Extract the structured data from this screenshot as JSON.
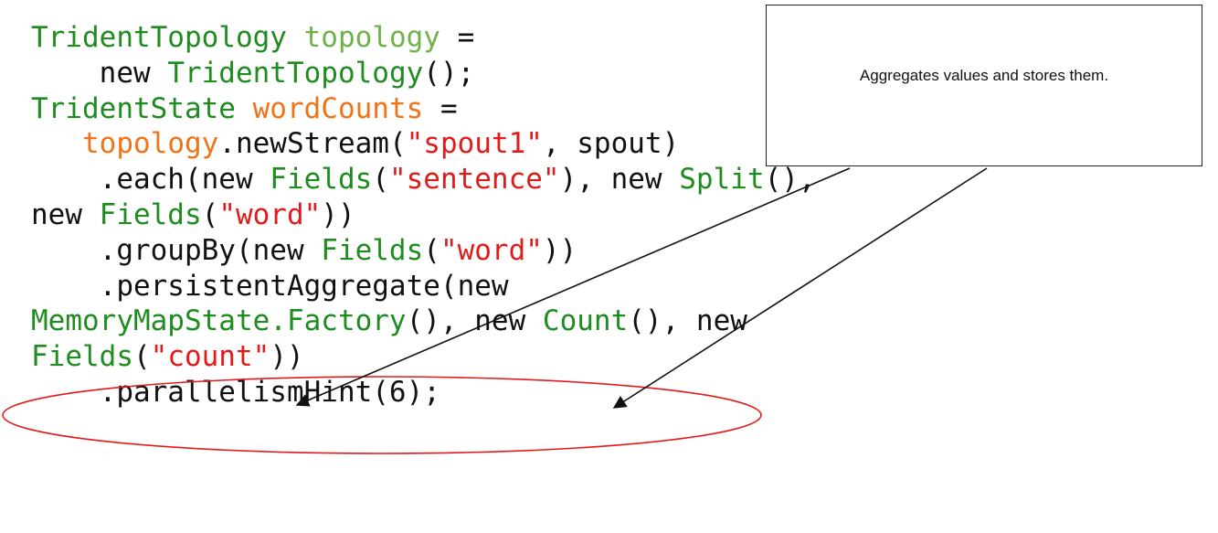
{
  "callout": {
    "text": "Aggregates values and stores them."
  },
  "code": {
    "lines": [
      [
        {
          "text": "TridentTopology",
          "kind": "type"
        },
        {
          "text": " ",
          "kind": "plain"
        },
        {
          "text": "topology",
          "kind": "var1"
        },
        {
          "text": " =",
          "kind": "plain"
        }
      ],
      [
        {
          "text": "    new ",
          "kind": "plain"
        },
        {
          "text": "TridentTopology",
          "kind": "type"
        },
        {
          "text": "();",
          "kind": "plain"
        }
      ],
      [
        {
          "text": "TridentState",
          "kind": "type"
        },
        {
          "text": " ",
          "kind": "plain"
        },
        {
          "text": "wordCounts",
          "kind": "var2"
        },
        {
          "text": " =",
          "kind": "plain"
        }
      ],
      [
        {
          "text": "   ",
          "kind": "plain"
        },
        {
          "text": "topology",
          "kind": "var2"
        },
        {
          "text": ".newStream(",
          "kind": "plain"
        },
        {
          "text": "\"spout1\"",
          "kind": "str"
        },
        {
          "text": ", spout)",
          "kind": "plain"
        }
      ],
      [
        {
          "text": "    .each(new ",
          "kind": "plain"
        },
        {
          "text": "Fields",
          "kind": "type"
        },
        {
          "text": "(",
          "kind": "plain"
        },
        {
          "text": "\"sentence\"",
          "kind": "str"
        },
        {
          "text": "), new ",
          "kind": "plain"
        },
        {
          "text": "Split",
          "kind": "type"
        },
        {
          "text": "(),",
          "kind": "plain"
        }
      ],
      [
        {
          "text": "new ",
          "kind": "plain"
        },
        {
          "text": "Fields",
          "kind": "type"
        },
        {
          "text": "(",
          "kind": "plain"
        },
        {
          "text": "\"word\"",
          "kind": "str"
        },
        {
          "text": "))",
          "kind": "plain"
        }
      ],
      [
        {
          "text": "    .groupBy(new ",
          "kind": "plain"
        },
        {
          "text": "Fields",
          "kind": "type"
        },
        {
          "text": "(",
          "kind": "plain"
        },
        {
          "text": "\"word\"",
          "kind": "str"
        },
        {
          "text": "))",
          "kind": "plain"
        }
      ],
      [
        {
          "text": "    .persistentAggregate(new",
          "kind": "plain"
        }
      ],
      [
        {
          "text": "MemoryMapState.Factory",
          "kind": "type"
        },
        {
          "text": "(), new ",
          "kind": "plain"
        },
        {
          "text": "Count",
          "kind": "type"
        },
        {
          "text": "(), new",
          "kind": "plain"
        }
      ],
      [
        {
          "text": "Fields",
          "kind": "type"
        },
        {
          "text": "(",
          "kind": "plain"
        },
        {
          "text": "\"count\"",
          "kind": "str"
        },
        {
          "text": "))",
          "kind": "plain"
        }
      ],
      [
        {
          "text": "    .parallelismHint(6);",
          "kind": "plain"
        }
      ]
    ]
  },
  "colors": {
    "type": "#1e8c1e",
    "var1": "#6fb24a",
    "var2": "#f07318",
    "str": "#e31a1a",
    "plain": "#111111",
    "highlight_ellipse": "#e31a1a",
    "arrow": "#111111"
  }
}
